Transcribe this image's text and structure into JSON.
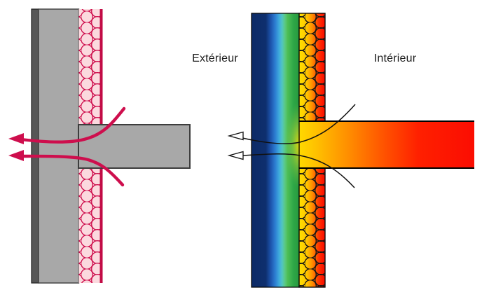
{
  "figure": {
    "description": "thermal-bridge-diagram",
    "labels": {
      "exterior": "Extérieur",
      "interior": "Intérieur"
    },
    "icons": {
      "heat_loss_arrow": "curved-left-arrow",
      "heat_flux_arrow": "open-left-arrow"
    }
  },
  "colors": {
    "crimson": "#ce0e4d",
    "crimson_strip": "#c20b45",
    "insulation_pink": "#fbd9de",
    "wall_gray": "#a8a8a8",
    "dark_strip": "#565656",
    "outline_gray": "#3d3d3d",
    "outline_black": "#151515",
    "flux_line": "#111111",
    "arrowhead_fill_white": "#ffffff",
    "wall_gradient": [
      [
        "0",
        "#0c2a66"
      ],
      [
        "0.30",
        "#0e2f6e"
      ],
      [
        "0.40",
        "#1c52ab"
      ],
      [
        "0.50",
        "#2d7fd2"
      ],
      [
        "0.58",
        "#3fabdd"
      ],
      [
        "0.645",
        "#52c6c0"
      ],
      [
        "0.70",
        "#5bc983"
      ],
      [
        "0.76",
        "#4dbe55"
      ],
      [
        "0.88",
        "#2ea747"
      ],
      [
        "1",
        "#27993e"
      ]
    ],
    "slab_gradient": [
      [
        "0",
        "#ffd900"
      ],
      [
        "0.10",
        "#ffc000"
      ],
      [
        "0.28",
        "#ff8e00"
      ],
      [
        "0.48",
        "#ff5400"
      ],
      [
        "0.68",
        "#ff2000"
      ],
      [
        "1",
        "#fb0d02"
      ]
    ],
    "insulation_gradient": [
      [
        "0",
        "#ffe200"
      ],
      [
        "0.30",
        "#ffc400"
      ],
      [
        "0.50",
        "#ff9000"
      ],
      [
        "0.72",
        "#ff4000"
      ],
      [
        "0.88",
        "#fe1a00"
      ],
      [
        "1",
        "#f61000"
      ]
    ],
    "bulge_gradient": [
      [
        "0",
        "#ffe000",
        "0.95"
      ],
      [
        "0.45",
        "#b8d632",
        "0.55"
      ],
      [
        "1",
        "#78be46",
        "0"
      ]
    ]
  }
}
